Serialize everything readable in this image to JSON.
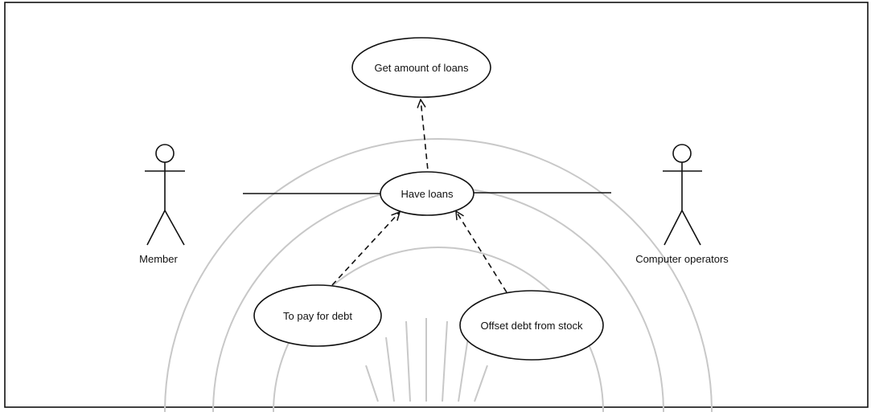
{
  "diagram": {
    "type": "use-case",
    "colors": {
      "stroke": "#111111",
      "background": "#ffffff",
      "watermark": "#c8c8c8"
    },
    "actors": [
      {
        "id": "member",
        "label": "Member",
        "icon": "stick-figure-icon"
      },
      {
        "id": "operators",
        "label": "Computer operators",
        "icon": "stick-figure-icon"
      }
    ],
    "use_cases": [
      {
        "id": "get_amount",
        "label": "Get amount of loans"
      },
      {
        "id": "have_loans",
        "label": "Have loans"
      },
      {
        "id": "pay_debt",
        "label": "To pay for debt"
      },
      {
        "id": "offset_debt",
        "label": "Offset debt from stock"
      }
    ],
    "associations": [
      {
        "from": "member",
        "to": "have_loans"
      },
      {
        "from": "operators",
        "to": "have_loans"
      }
    ],
    "dependencies": [
      {
        "from": "have_loans",
        "to": "get_amount"
      },
      {
        "from": "pay_debt",
        "to": "have_loans"
      },
      {
        "from": "offset_debt",
        "to": "have_loans"
      }
    ]
  }
}
